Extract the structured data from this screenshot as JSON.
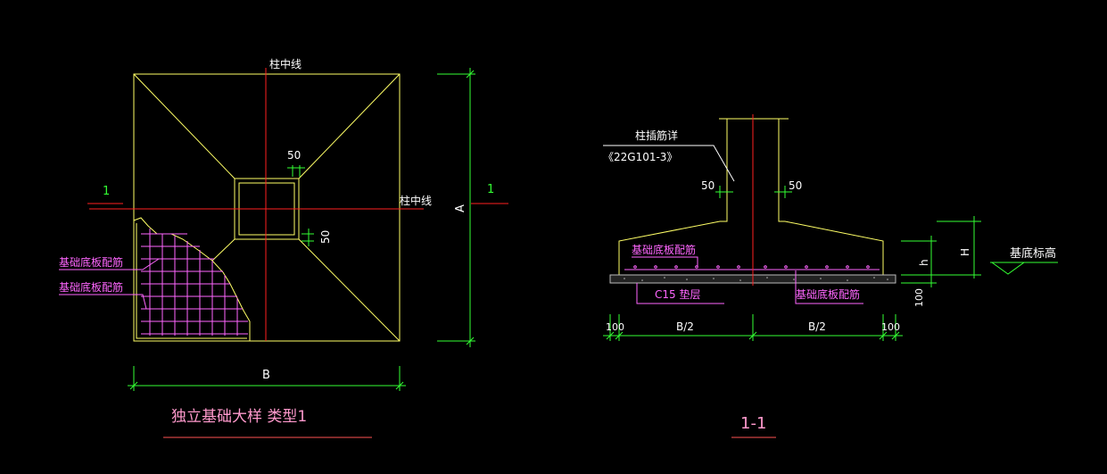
{
  "colors": {
    "background": "#000000",
    "outline": "#ffff66",
    "centerline": "#ff2020",
    "dimension": "#33ff33",
    "annotation_leader": "#ff33ff",
    "rebar_grid": "#ff66ff",
    "title_underline": "#ff5555",
    "text_white": "#ffffff",
    "text_pink": "#ff99cc",
    "concrete": "#bbbbbb"
  },
  "plan": {
    "center_line_top": "柱中线",
    "center_line_right": "柱中线",
    "section_mark_left": "1",
    "section_mark_right": "1",
    "dim_offset_top": "50",
    "dim_offset_right": "50",
    "rebar_label_1": "基础底板配筋",
    "rebar_label_2": "基础底板配筋",
    "dim_width": "B",
    "dim_height": "A",
    "title": "独立基础大样  类型1"
  },
  "section": {
    "column_note_line1": "柱插筋详",
    "column_note_line2": "《22G101-3》",
    "dim_left_50": "50",
    "dim_right_50": "50",
    "rebar_label_top": "基础底板配筋",
    "cushion_label": "C15 垫层",
    "rebar_label_bottom": "基础底板配筋",
    "dim_H": "H",
    "dim_h": "h",
    "dim_100_vertical": "100",
    "elevation_label": "基底标高",
    "dim_100_left": "100",
    "dim_B2_left": "B/2",
    "dim_B2_right": "B/2",
    "dim_100_right": "100",
    "title": "1-1"
  }
}
